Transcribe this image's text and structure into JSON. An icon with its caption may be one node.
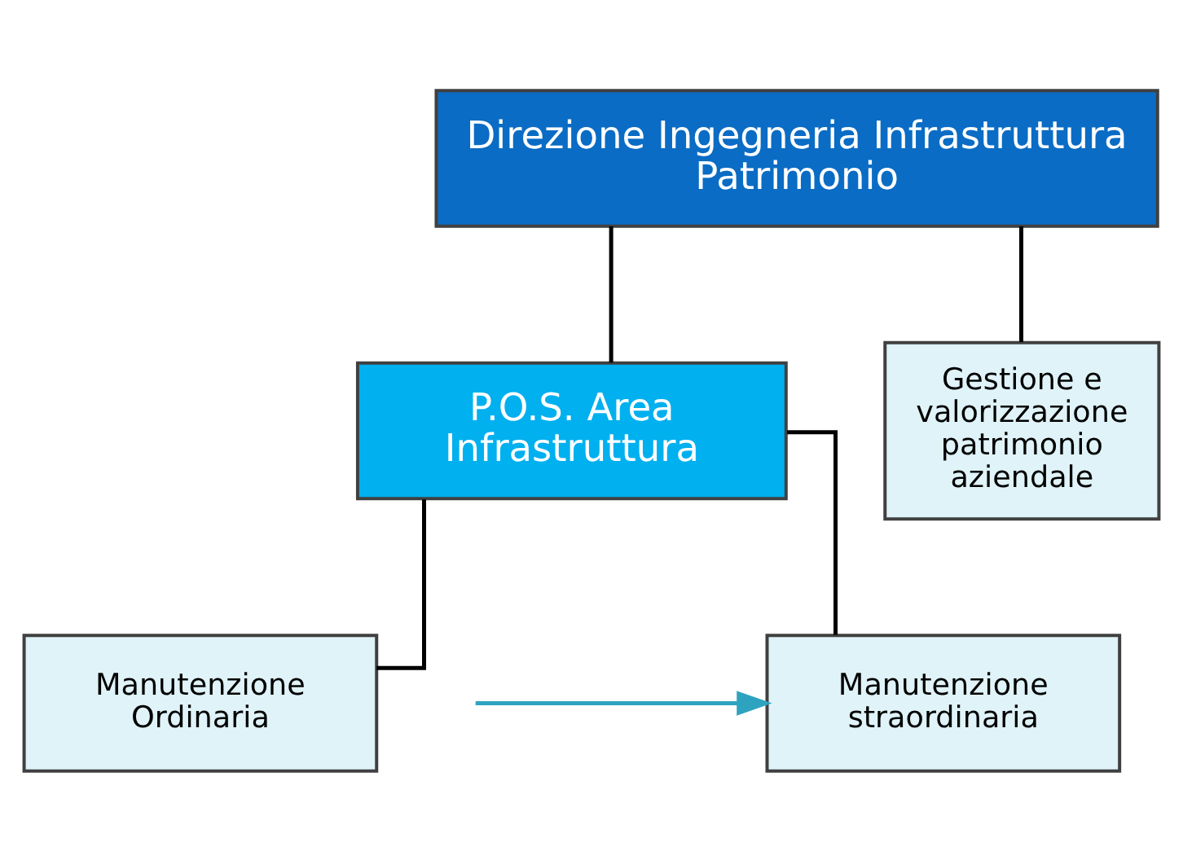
{
  "diagram": {
    "nodes": [
      {
        "text": [
          "Direzione Ingegneria Infrastruttura Patrimonio"
        ]
      },
      {
        "text": [
          "P.O.S. Area Infrastruttura"
        ]
      },
      {
        "text": [
          "Manutenzione Ordinaria"
        ]
      },
      {
        "text": [
          "Manutenzione straordinaria"
        ]
      },
      {
        "text": [
          "Gestione e valorizzazione patrimonio aziendale"
        ]
      }
    ],
    "edges": [
      {
        "from": 0,
        "to": 1,
        "arrow": "none"
      },
      {
        "from": 0,
        "to": 4,
        "arrow": "none"
      },
      {
        "from": 1,
        "to": 2,
        "arrow": "none"
      },
      {
        "from": 1,
        "to": 3,
        "arrow": "none"
      },
      {
        "from": null,
        "to": 3,
        "arrow": "to",
        "color": "#2ea3c0"
      }
    ]
  }
}
